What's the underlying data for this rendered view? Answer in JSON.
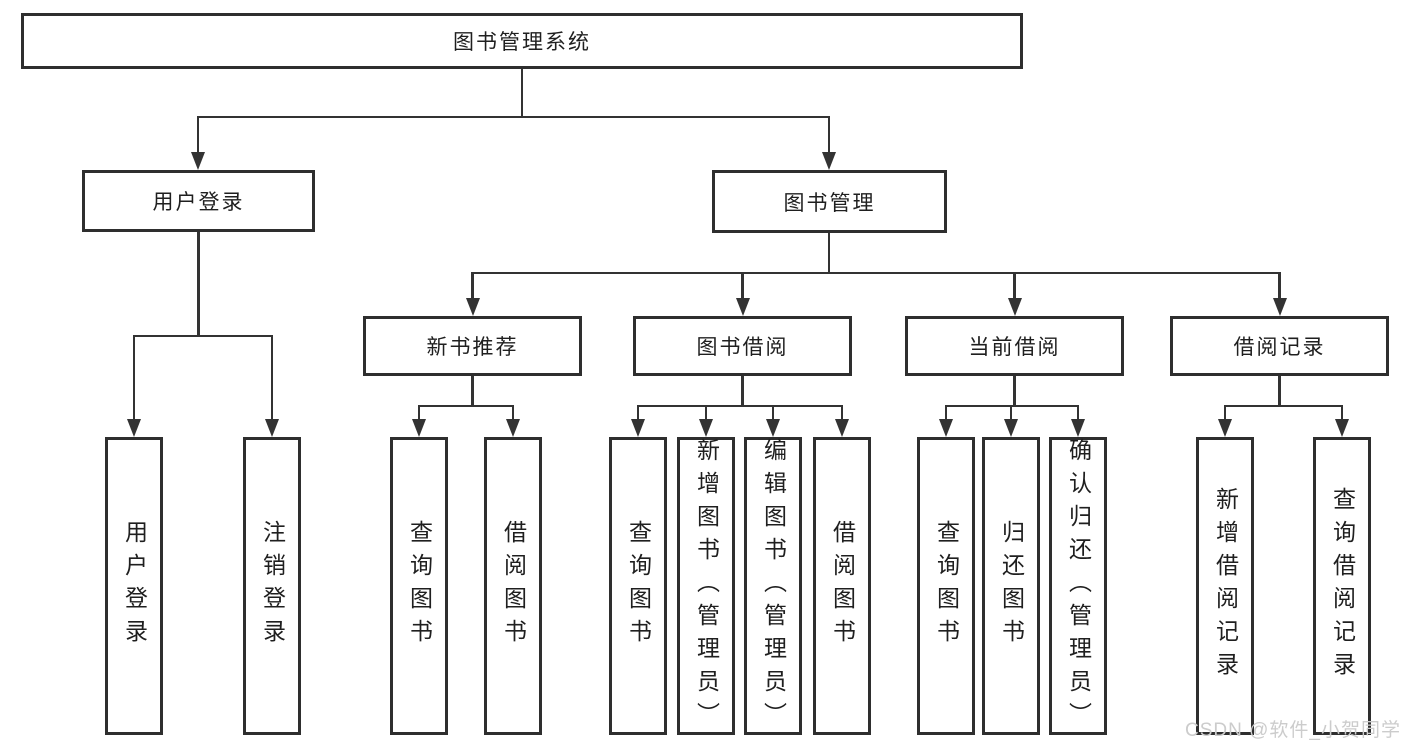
{
  "nodes": {
    "root": {
      "label": "图书管理系统"
    },
    "user_login": {
      "label": "用户登录"
    },
    "book_mgmt": {
      "label": "图书管理"
    },
    "new_book_rec": {
      "label": "新书推荐"
    },
    "book_borrow": {
      "label": "图书借阅"
    },
    "current_borrow": {
      "label": "当前借阅"
    },
    "borrow_record": {
      "label": "借阅记录"
    },
    "leaf_user_login": {
      "label": "用户登录"
    },
    "leaf_logout": {
      "label": "注销登录"
    },
    "leaf_query_book_rec": {
      "label": "查询图书"
    },
    "leaf_borrow_book_rec": {
      "label": "借阅图书"
    },
    "leaf_query_book_borrow": {
      "label": "查询图书"
    },
    "leaf_add_book": {
      "label": "新增图书（管理员）"
    },
    "leaf_edit_book": {
      "label": "编辑图书（管理员）"
    },
    "leaf_borrow_book_borrow": {
      "label": "借阅图书"
    },
    "leaf_query_book_current": {
      "label": "查询图书"
    },
    "leaf_return_book": {
      "label": "归还图书"
    },
    "leaf_confirm_return": {
      "label": "确认归还（管理员）"
    },
    "leaf_add_borrow_record": {
      "label": "新增借阅记录"
    },
    "leaf_query_borrow_record": {
      "label": "查询借阅记录"
    }
  },
  "hierarchy": {
    "图书管理系统": [
      "用户登录",
      "图书管理"
    ],
    "用户登录": [
      "用户登录",
      "注销登录"
    ],
    "图书管理": [
      "新书推荐",
      "图书借阅",
      "当前借阅",
      "借阅记录"
    ],
    "新书推荐": [
      "查询图书",
      "借阅图书"
    ],
    "图书借阅": [
      "查询图书",
      "新增图书（管理员）",
      "编辑图书（管理员）",
      "借阅图书"
    ],
    "当前借阅": [
      "查询图书",
      "归还图书",
      "确认归还（管理员）"
    ],
    "借阅记录": [
      "新增借阅记录",
      "查询借阅记录"
    ]
  },
  "watermark": {
    "text": "CSDN @软件_小贺同学"
  },
  "colors": {
    "line": "#333333",
    "box_border": "#2e2e2e",
    "text": "#1f1f1f",
    "watermark": "#cccccc",
    "background": "#ffffff"
  }
}
